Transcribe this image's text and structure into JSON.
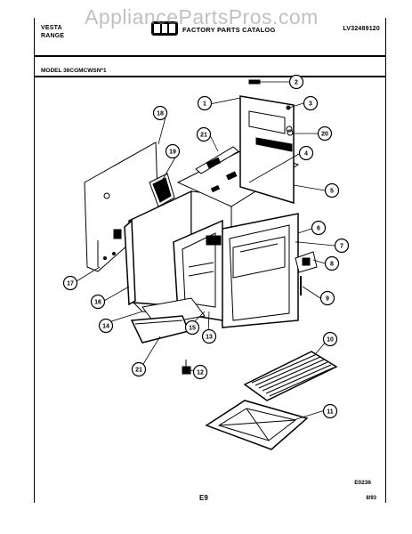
{
  "watermark": "AppliancePartsPros.com",
  "header": {
    "brand_line_1": "VESTA",
    "brand_line_2": "RANGE",
    "catalog_title": "FACTORY PARTS CATALOG",
    "catalog_number": "LV32489120",
    "model": "MODEL 36CGMCWSN*1"
  },
  "callouts": [
    {
      "label": "1"
    },
    {
      "label": "2"
    },
    {
      "label": "3"
    },
    {
      "label": "18"
    },
    {
      "label": "20"
    },
    {
      "label": "21"
    },
    {
      "label": "19"
    },
    {
      "label": "4"
    },
    {
      "label": "5"
    },
    {
      "label": "6"
    },
    {
      "label": "7"
    },
    {
      "label": "8"
    },
    {
      "label": "9"
    },
    {
      "label": "17"
    },
    {
      "label": "16"
    },
    {
      "label": "14"
    },
    {
      "label": "15"
    },
    {
      "label": "13"
    },
    {
      "label": "21"
    },
    {
      "label": "12"
    },
    {
      "label": "10"
    },
    {
      "label": "11"
    }
  ],
  "footer": {
    "figure_code": "E0236",
    "page_number": "E9",
    "revision_date": "8/93"
  }
}
